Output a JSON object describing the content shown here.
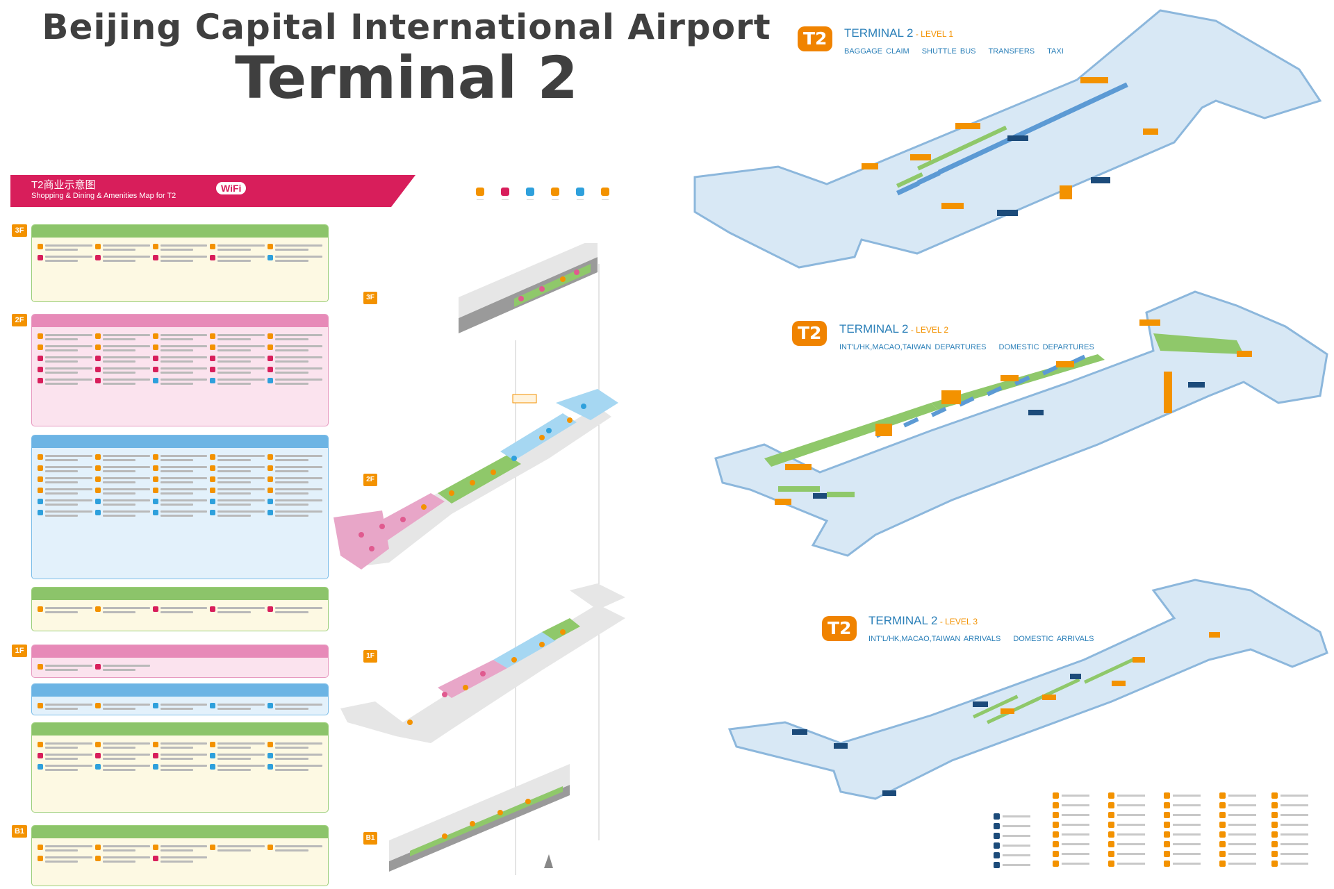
{
  "title": {
    "line1": "Beijing Capital International Airport",
    "line2": "Terminal 2"
  },
  "shopping_map": {
    "title_cn": "T2商业示意图",
    "title_en": "Shopping & Dining & Amenities Map for T2",
    "wifi_label": "WiFi",
    "floor_badges": [
      "3F",
      "2F",
      "1F",
      "B1"
    ]
  },
  "exploded_view": {
    "floor_tags": [
      "3F",
      "2F",
      "1F",
      "B1"
    ]
  },
  "levels": [
    {
      "badge": "T2",
      "title": "TERMINAL 2",
      "suffix": " - LEVEL 1",
      "subs": [
        "BAGGAGE CLAIM",
        "SHUTTLE BUS",
        "TRANSFERS",
        "TAXI"
      ]
    },
    {
      "badge": "T2",
      "title": "TERMINAL 2",
      "suffix": " - LEVEL 2",
      "subs": [
        "INT'L/HK,MACAO,TAIWAN DEPARTURES",
        "DOMESTIC DEPARTURES"
      ]
    },
    {
      "badge": "T2",
      "title": "TERMINAL 2",
      "suffix": " - LEVEL 3",
      "subs": [
        "INT'L/HK,MACAO,TAIWAN ARRIVALS",
        "DOMESTIC ARRIVALS"
      ]
    }
  ],
  "colors": {
    "accent_orange": "#f39200",
    "banner_pink": "#d81e5b",
    "map_blue": "#cfe3f3",
    "title_blue": "#2a7fb8"
  }
}
